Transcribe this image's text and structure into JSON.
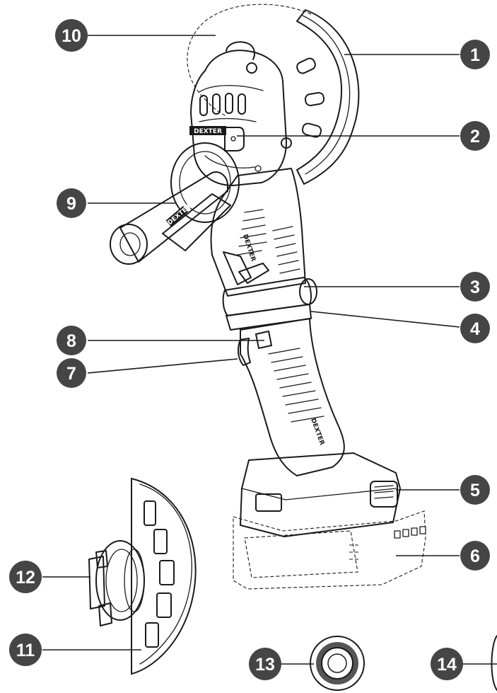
{
  "callouts": [
    {
      "id": "1",
      "label": "1"
    },
    {
      "id": "2",
      "label": "2"
    },
    {
      "id": "3",
      "label": "3"
    },
    {
      "id": "4",
      "label": "4"
    },
    {
      "id": "5",
      "label": "5"
    },
    {
      "id": "6",
      "label": "6"
    },
    {
      "id": "7",
      "label": "7"
    },
    {
      "id": "8",
      "label": "8"
    },
    {
      "id": "9",
      "label": "9"
    },
    {
      "id": "10",
      "label": "10"
    },
    {
      "id": "11",
      "label": "11"
    },
    {
      "id": "12",
      "label": "12"
    },
    {
      "id": "13",
      "label": "13"
    },
    {
      "id": "14",
      "label": "14"
    }
  ],
  "brand_marks": {
    "head": "DEXTER",
    "handle": "DEXTER",
    "body": "DEXTER"
  },
  "colors": {
    "badge": "#454545",
    "line": "#1a1a1a",
    "background": "#ffffff"
  }
}
